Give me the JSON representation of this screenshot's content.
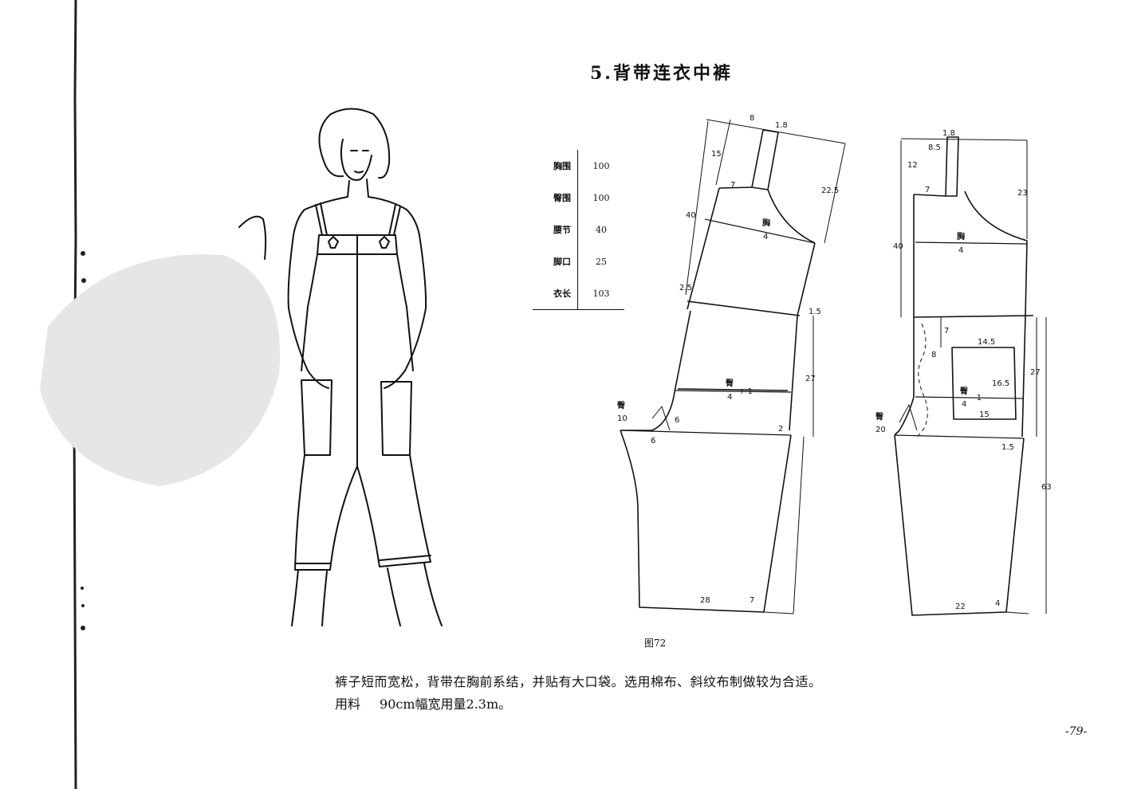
{
  "title": "5.背带连衣中裤",
  "size_table": [
    {
      "label": "胸围",
      "value": "100"
    },
    {
      "label": "臀围",
      "value": "100"
    },
    {
      "label": "腰节",
      "value": "40"
    },
    {
      "label": "脚口",
      "value": "25"
    },
    {
      "label": "衣长",
      "value": "103"
    }
  ],
  "front_pattern": {
    "strap_width": "8",
    "strap_offset": "1.8",
    "strap_height": "15",
    "shoulder_drop": "22.5",
    "neck_width": "7",
    "chest_label": "胸",
    "chest_denom": "4",
    "bodice_length": "40",
    "waist_offset": "2.5",
    "waist_side": "1.5",
    "hip_label": "臀",
    "hip_denom": "4",
    "hip_extra": "+ 1",
    "crotch_depth": "27",
    "crotch_label": "臀",
    "crotch_denom": "10",
    "crotch_curve_a": "6",
    "crotch_curve_b": "6",
    "side_extra": "2",
    "hem_width": "28",
    "hem_side": "7"
  },
  "back_pattern": {
    "strap_offset": "1.8",
    "strap_width": "8.5",
    "strap_height": "12",
    "side_height": "23",
    "neck_width": "7",
    "chest_label": "胸",
    "chest_denom": "4",
    "bodice_length": "40",
    "pocket_top": "7",
    "pocket_side": "8",
    "pocket_width_top": "14.5",
    "pocket_height": "16.5",
    "pocket_width_bottom": "15",
    "hip_label": "臀",
    "hip_denom": "4",
    "hip_minus": "- 1",
    "crotch_depth": "27",
    "crotch_label": "臀",
    "crotch_denom": "20",
    "side_offset": "1.5",
    "leg_length": "63",
    "hem_width": "22",
    "hem_side": "4"
  },
  "figure_caption": "图72",
  "description": "裤子短而宽松，背带在胸前系结，并贴有大口袋。选用棉布、斜纹布制做较为合适。",
  "fabric_label": "用料",
  "fabric_text": "90cm幅宽用量2.3m。",
  "page_number": "-79-"
}
